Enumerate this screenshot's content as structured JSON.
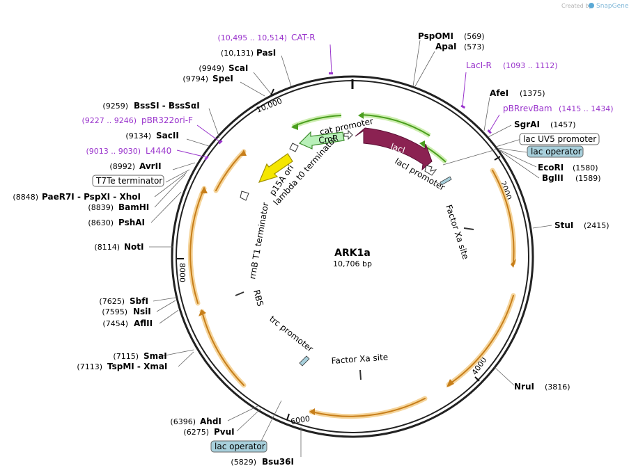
{
  "watermark": {
    "created_by": "Created by",
    "brand": "SnapGene"
  },
  "plasmid": {
    "name": "ARK1a",
    "length": "10,706 bp"
  },
  "ruler": [
    "2000",
    "4000",
    "6000",
    "8000",
    "10,000"
  ],
  "sites_right": [
    {
      "name": "PspOMI",
      "pos": "(569)"
    },
    {
      "name": "ApaI",
      "pos": "(573)"
    },
    {
      "name": "AfeI",
      "pos": "(1375)"
    },
    {
      "name": "SgrAI",
      "pos": "(1457)"
    },
    {
      "name": "EcoRI",
      "pos": "(1580)"
    },
    {
      "name": "BglII",
      "pos": "(1589)"
    },
    {
      "name": "StuI",
      "pos": "(2415)"
    },
    {
      "name": "NruI",
      "pos": "(3816)"
    }
  ],
  "sites_left": [
    {
      "name": "PasI",
      "pos": "(10,131)"
    },
    {
      "name": "ScaI",
      "pos": "(9949)"
    },
    {
      "name": "SpeI",
      "pos": "(9794)"
    },
    {
      "name": "BssSI  -  BssSαI",
      "pos": "(9259)"
    },
    {
      "name": "SacII",
      "pos": "(9134)"
    },
    {
      "name": "AvrII",
      "pos": "(8992)"
    },
    {
      "name": "PaeR7I  -  PspXI  -  XhoI",
      "pos": "(8848)"
    },
    {
      "name": "BamHI",
      "pos": "(8839)"
    },
    {
      "name": "PshAI",
      "pos": "(8630)"
    },
    {
      "name": "NotI",
      "pos": "(8114)"
    },
    {
      "name": "SbfI",
      "pos": "(7625)"
    },
    {
      "name": "NsiI",
      "pos": "(7595)"
    },
    {
      "name": "AflII",
      "pos": "(7454)"
    },
    {
      "name": "SmaI",
      "pos": "(7115)"
    },
    {
      "name": "TspMI  -  XmaI",
      "pos": "(7113)"
    },
    {
      "name": "AhdI",
      "pos": "(6396)"
    },
    {
      "name": "PvuI",
      "pos": "(6275)"
    },
    {
      "name": "Bsu36I",
      "pos": "(5829)"
    }
  ],
  "primers": [
    {
      "name": "CAT-R",
      "range": "(10,495 .. 10,514)"
    },
    {
      "name": "LacI-R",
      "range": "(1093 .. 1112)"
    },
    {
      "name": "pBRrevBam",
      "range": "(1415 .. 1434)"
    },
    {
      "name": "pBR322ori-F",
      "range": "(9227 .. 9246)"
    },
    {
      "name": "L4440",
      "range": "(9013 .. 9030)"
    }
  ],
  "boxed": {
    "lac_uv5": "lac UV5 promoter",
    "lac_op_top": "lac operator",
    "t7te": "T7Te terminator",
    "lac_op_bottom": "lac operator"
  },
  "features": {
    "cmr": "CmR",
    "laci": "lacI",
    "cat_promoter": "cat promoter",
    "laci_promoter": "lacI promoter",
    "p15a": "p15A ori",
    "lambda": "lambda t0 terminator",
    "rrnb": "rrnB T1 terminator",
    "rbs": "RBS",
    "trc": "trc promoter",
    "fxa_right": "Factor Xa site",
    "fxa_bottom": "Factor Xa site"
  },
  "colors": {
    "primer": "#9933cc",
    "orf": "#e8a33c",
    "green_arrow": "#66b832",
    "cmr_fill": "#b9f0b9",
    "laci_fill": "#8b2252",
    "ori_fill": "#f5e600",
    "operator_box": "#a8d0dc"
  }
}
